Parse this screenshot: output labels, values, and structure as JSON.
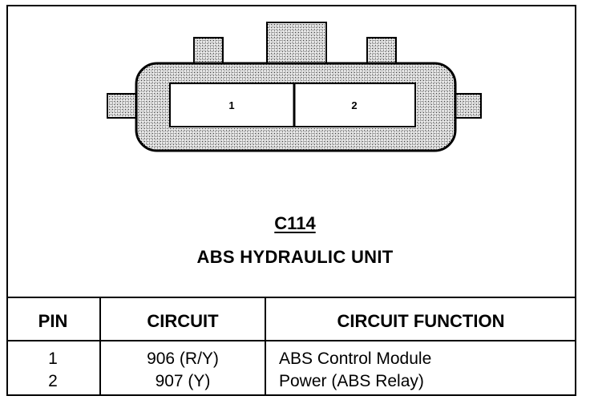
{
  "connector": {
    "id": "C114",
    "name": "ABS HYDRAULIC UNIT",
    "cavities": [
      "1",
      "2"
    ]
  },
  "table": {
    "headers": {
      "pin": "PIN",
      "circuit": "CIRCUIT",
      "function": "CIRCUIT FUNCTION"
    },
    "rows": [
      {
        "pin": "1",
        "circuit": "906 (R/Y)",
        "function": "ABS Control Module"
      },
      {
        "pin": "2",
        "circuit": "907 (Y)",
        "function": "Power (ABS Relay)"
      }
    ]
  },
  "colors": {
    "ink": "#000000",
    "connector_fill": "#c8c8c8",
    "cavity_fill": "#ffffff"
  }
}
